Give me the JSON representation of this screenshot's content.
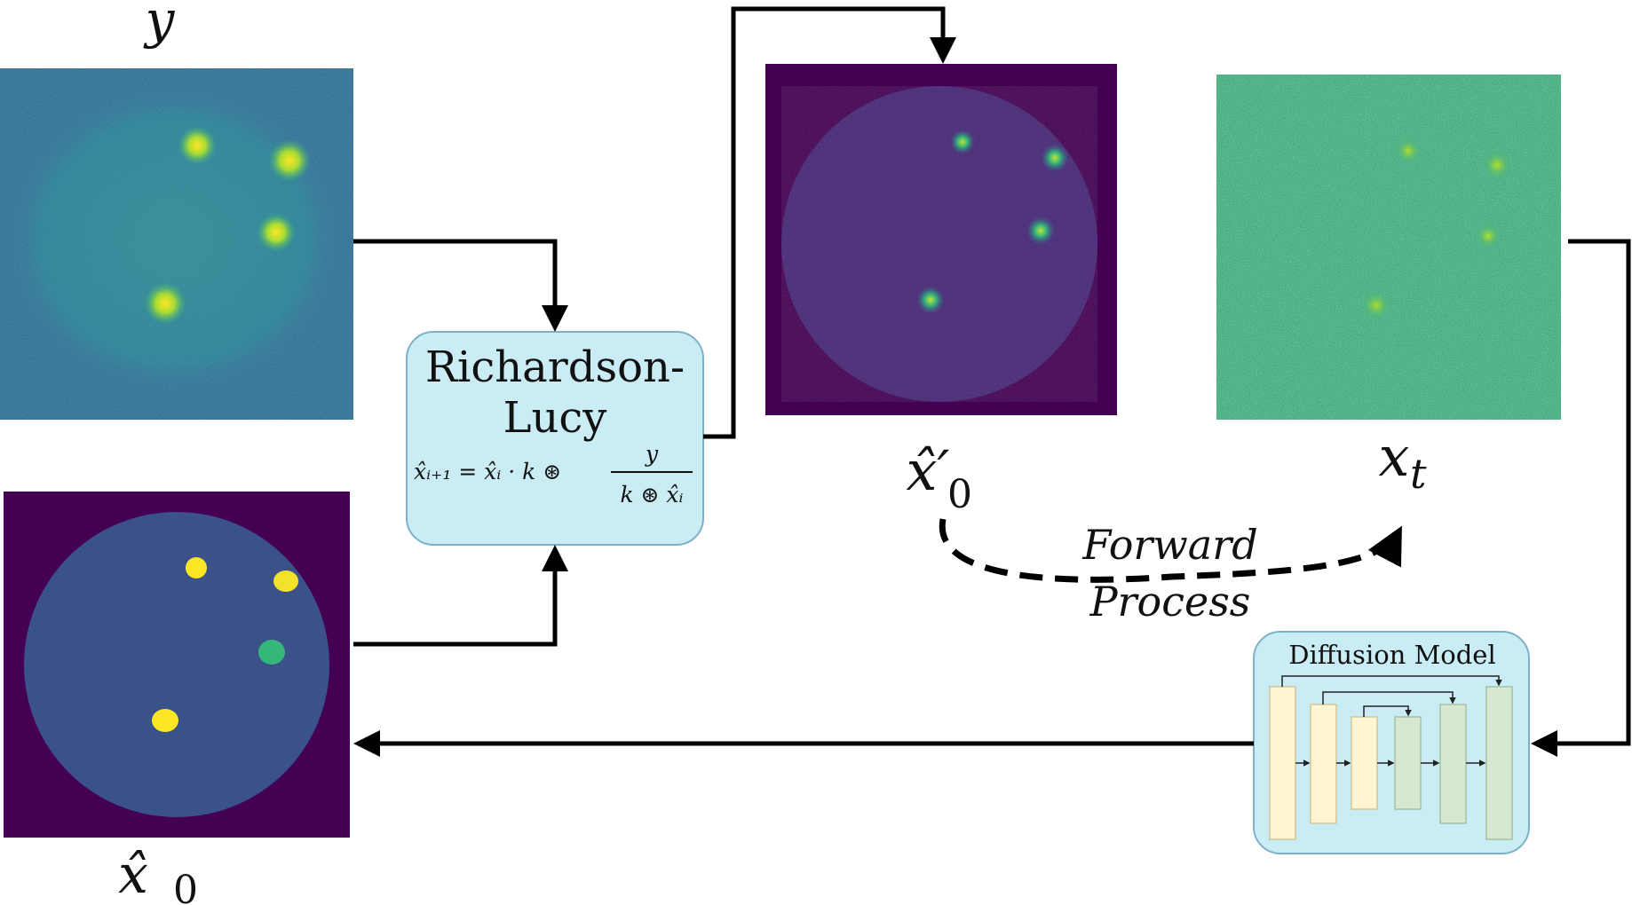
{
  "labels": {
    "y": "y",
    "x0_hat": "x̂",
    "x0_hat_sub": "0",
    "x0_prime": "x̂′",
    "x0_prime_sub": "0",
    "xt": "x",
    "xt_sub": "t"
  },
  "rl_box": {
    "title_line1": "Richardson-",
    "title_line2": "Lucy",
    "eq_lhs": "x̂ᵢ₊₁ = x̂ᵢ · k ⊛",
    "eq_num": "y",
    "eq_den": "k ⊛ x̂ᵢ"
  },
  "forward_process": {
    "line1": "Forward",
    "line2": "Process"
  },
  "diffusion_model": {
    "title": "Diffusion Model"
  },
  "colors": {
    "viridis_dark": "#440154",
    "viridis_blue": "#31688e",
    "viridis_teal": "#21918c",
    "viridis_green": "#35b779",
    "viridis_yellow": "#fde725",
    "box_fill": "#c9ecf5",
    "box_stroke": "#7fb0c9",
    "encoder_block": "#fff6d1",
    "decoder_block": "#d7e8d2"
  }
}
